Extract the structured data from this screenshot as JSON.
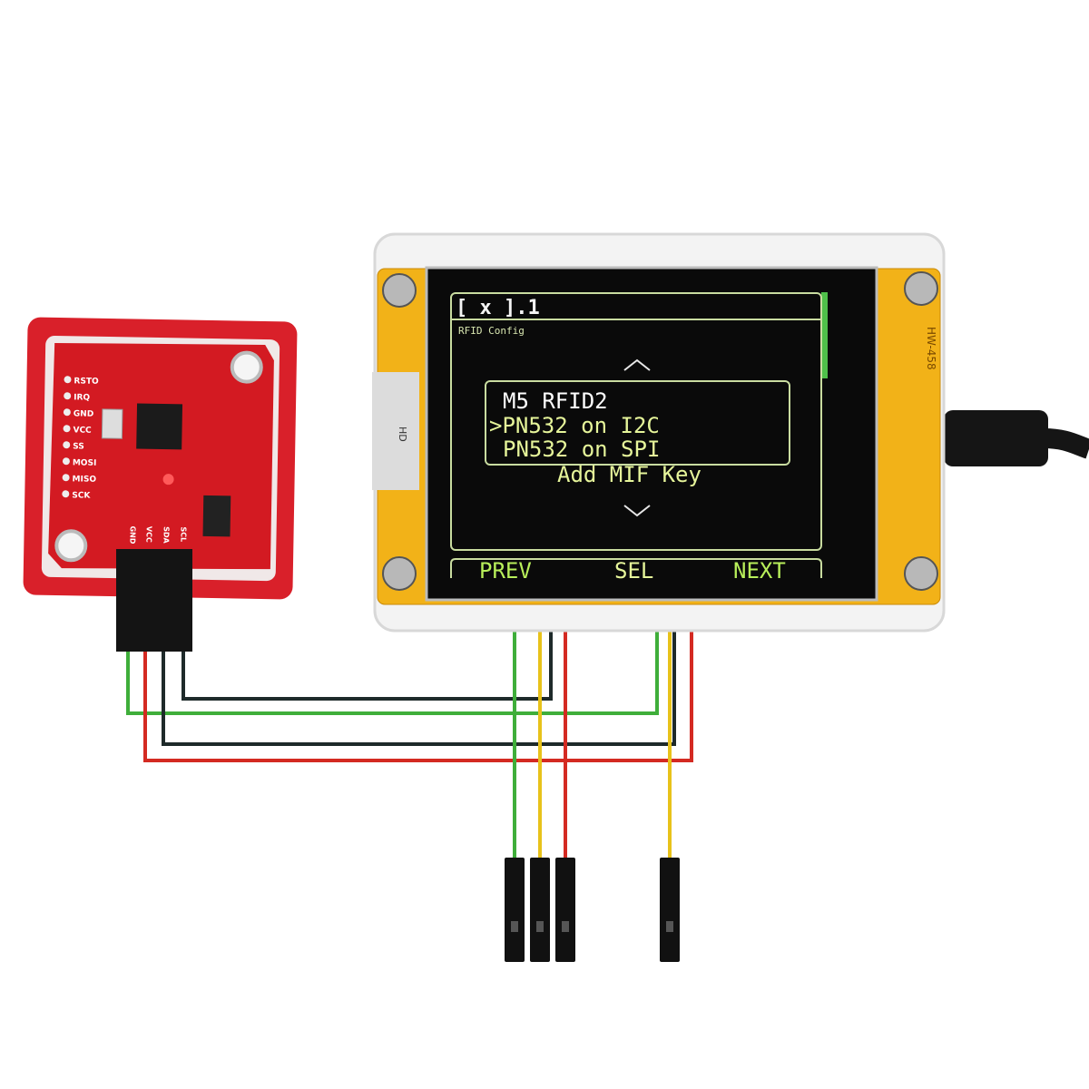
{
  "screen": {
    "status_bar": "[ x ].1",
    "title": "RFID Config",
    "menu_items": [
      {
        "label": "M5 RFID2",
        "selected": false
      },
      {
        "label": ">PN532 on I2C",
        "selected": true
      },
      {
        "label": "PN532 on SPI",
        "selected": false
      },
      {
        "label": "Add MIF Key",
        "selected": false
      }
    ],
    "up_arrow": "^",
    "down_arrow": "v",
    "buttons": {
      "prev": "PREV",
      "sel": "SEL",
      "next": "NEXT"
    },
    "colors": {
      "text": "#e6f59a",
      "highlight": "#ffffff",
      "frame": "#c9dca0",
      "background": "#050505",
      "scroll": "#4fc04a"
    }
  },
  "device": {
    "board_label": "HW-458",
    "side_label": "HD"
  },
  "rfid_board": {
    "pins_left": [
      "RSTO",
      "IRQ",
      "GND",
      "VCC",
      "SS",
      "MOSI",
      "MISO",
      "SCK"
    ],
    "pins_header": [
      "GND",
      "VCC",
      "SDA",
      "SCL"
    ],
    "color": "#d9202a"
  },
  "wires": {
    "green": "#3fae3a",
    "red": "#d42a22",
    "black": "#1e2a2a",
    "yellow": "#e8c21a"
  }
}
